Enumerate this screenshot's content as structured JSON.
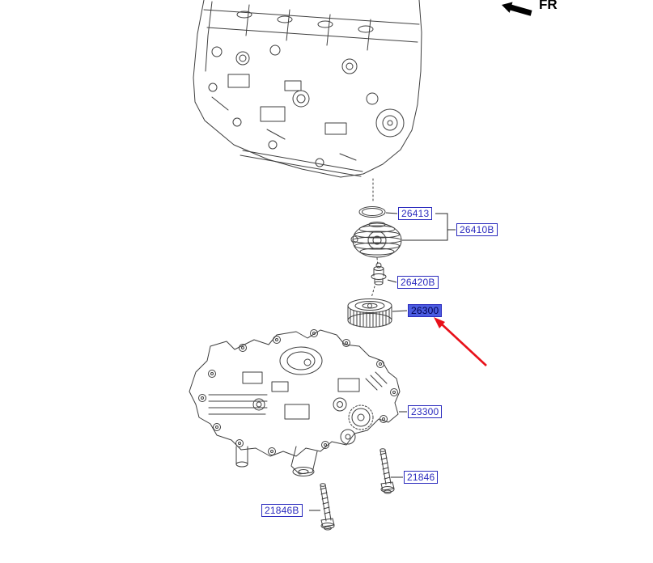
{
  "fr_marker": {
    "label": "FR"
  },
  "labels": [
    {
      "part_no": "26413",
      "selected": false
    },
    {
      "part_no": "26410B",
      "selected": false
    },
    {
      "part_no": "26420B",
      "selected": false
    },
    {
      "part_no": "26300",
      "selected": true
    },
    {
      "part_no": "23300",
      "selected": false
    },
    {
      "part_no": "21846",
      "selected": false
    },
    {
      "part_no": "21846B",
      "selected": false
    }
  ],
  "colors": {
    "label_text": "#2b2bbe",
    "selected_bg": "#4b5ce0",
    "selected_text": "#00004f",
    "arrow_red": "#e8111a",
    "line_dark": "#3f3f3f"
  }
}
